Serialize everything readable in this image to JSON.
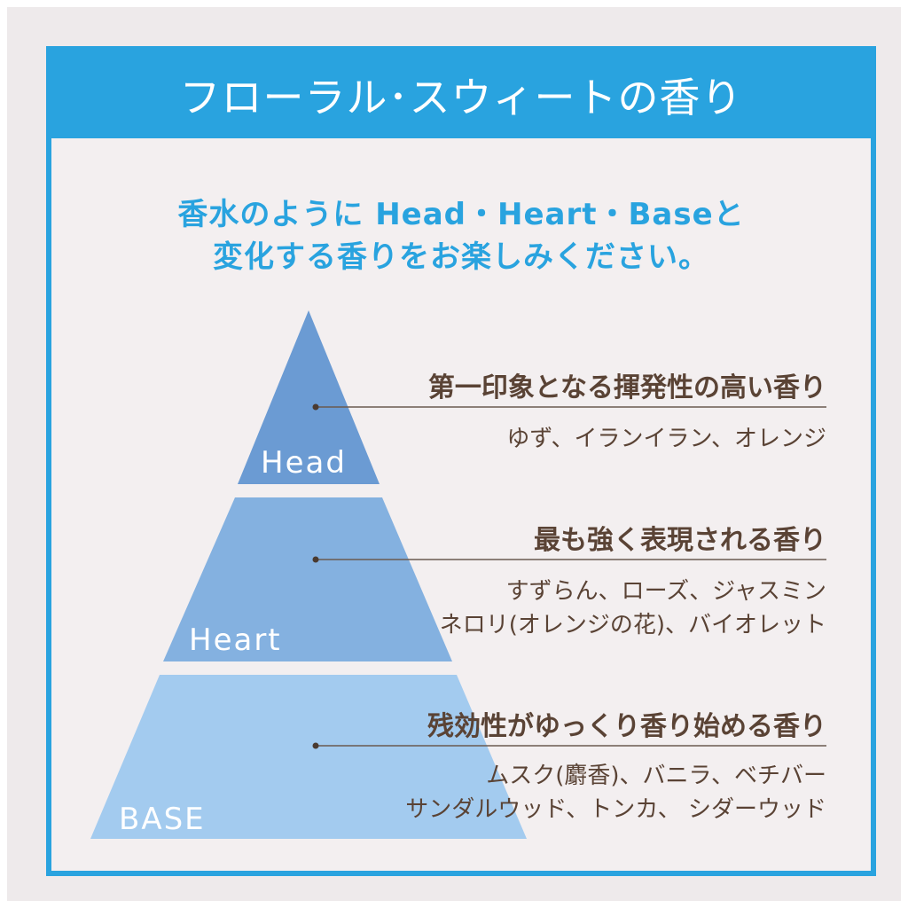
{
  "title": "フローラル･スウィートの香り",
  "subtitle": {
    "line1": "香水のように Head・Heart・Baseと",
    "line2": "変化する香りをお楽しみください。"
  },
  "tiers": [
    {
      "label": "Head",
      "heading": "第一印象となる揮発性の高い香り",
      "lines": [
        "ゆず、イランイラン、オレンジ"
      ]
    },
    {
      "label": "Heart",
      "heading": "最も強く表現される香り",
      "lines": [
        "すずらん、ローズ、ジャスミン",
        "ネロリ(オレンジの花)、バイオレット"
      ]
    },
    {
      "label": "BASE",
      "heading": "残効性がゆっくり香り始める香り",
      "lines": [
        "ムスク(麝香)、バニラ、ベチバー",
        "サンダルウッド、トンカ、 シダーウッド"
      ]
    }
  ],
  "colors": {
    "accent": "#29a3df",
    "head": "#6b9bd3",
    "heart": "#84b1e0",
    "base": "#a3cbef",
    "text_brown": "#5a4335",
    "line": "#6a5a50"
  }
}
